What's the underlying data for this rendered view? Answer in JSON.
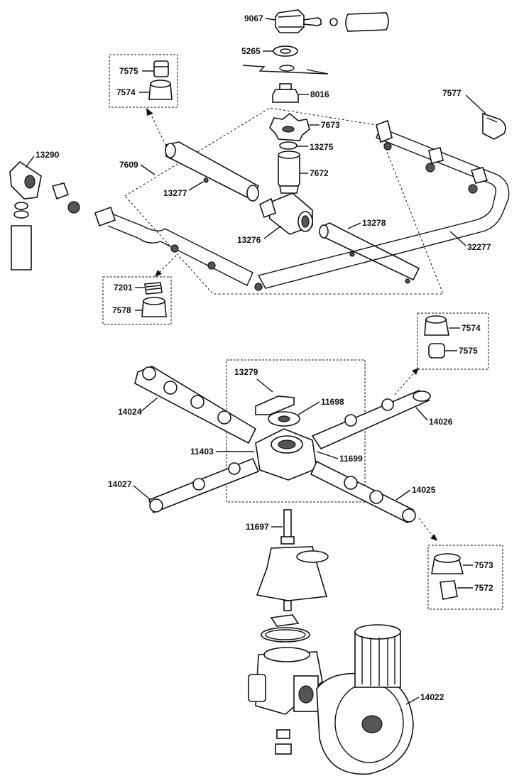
{
  "labels": {
    "p9067": "9067",
    "p5265": "5265",
    "p8016": "8016",
    "p7575a": "7575",
    "p7574a": "7574",
    "p7577": "7577",
    "p7673": "7673",
    "p13275": "13275",
    "p7672": "7672",
    "p13290": "13290",
    "p7609": "7609",
    "p13277": "13277",
    "p13278": "13278",
    "p13276": "13276",
    "p32277": "32277",
    "p7201": "7201",
    "p7578": "7578",
    "p7574b": "7574",
    "p7575b": "7575",
    "p13279": "13279",
    "p11698": "11698",
    "p14024": "14024",
    "p14026": "14026",
    "p11403": "11403",
    "p11699": "11699",
    "p14027": "14027",
    "p14025": "14025",
    "p11697": "11697",
    "p7573": "7573",
    "p7572": "7572",
    "p14022": "14022"
  }
}
